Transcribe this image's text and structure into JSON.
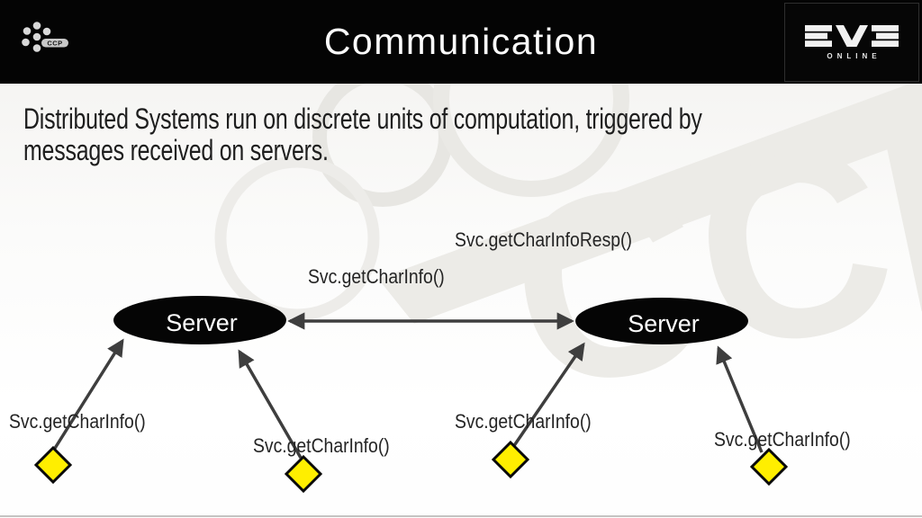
{
  "slide": {
    "title": "Communication"
  },
  "branding": {
    "ccp_logo_text": "CCP",
    "eve_wordmark": "EVE",
    "eve_subtitle": "ONLINE",
    "watermark_text": "CCP"
  },
  "body": {
    "lead": "Distributed Systems run on discrete units of computation, triggered by messages received on servers."
  },
  "diagram": {
    "servers": [
      {
        "label": "Server"
      },
      {
        "label": "Server"
      }
    ],
    "inter_server_messages": {
      "response": "Svc.getCharInfoResp()",
      "request": "Svc.getCharInfo()"
    },
    "client_calls": [
      {
        "label": "Svc.getCharInfo()"
      },
      {
        "label": "Svc.getCharInfo()"
      },
      {
        "label": "Svc.getCharInfo()"
      },
      {
        "label": "Svc.getCharInfo()"
      }
    ],
    "colors": {
      "diamond_fill": "#ffee00",
      "arrow": "#3e3e3e",
      "server_fill": "#050505",
      "server_text": "#ffffff"
    }
  }
}
